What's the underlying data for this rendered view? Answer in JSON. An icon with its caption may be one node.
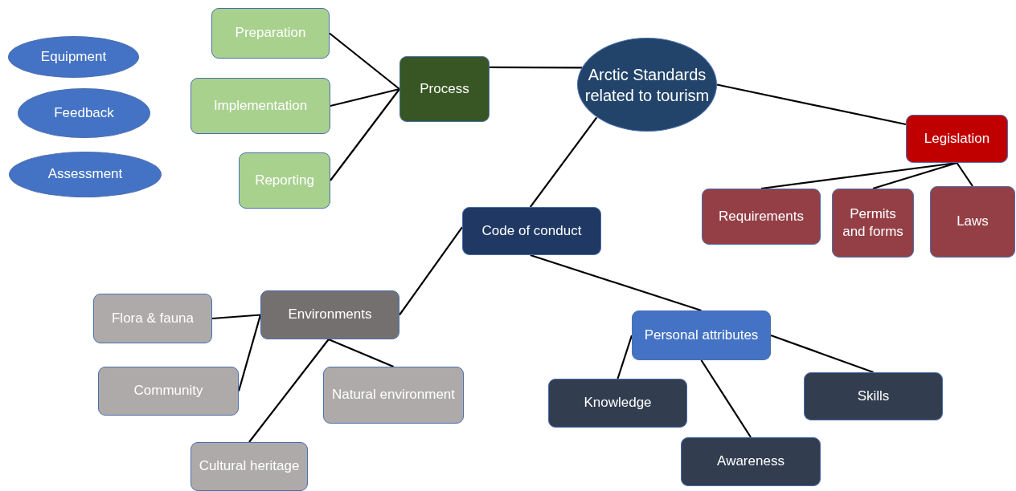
{
  "diagram": {
    "nodes": [
      {
        "text": [
          "Equipment"
        ]
      },
      {
        "text": [
          "Feedback"
        ]
      },
      {
        "text": [
          "Assessment"
        ]
      },
      {
        "text": [
          "Preparation"
        ]
      },
      {
        "text": [
          "Implementation"
        ]
      },
      {
        "text": [
          "Reporting"
        ]
      },
      {
        "text": [
          "Process"
        ]
      },
      {
        "text": [
          "Arctic Standards related to tourism"
        ]
      },
      {
        "text": [
          "Legislation"
        ]
      },
      {
        "text": [
          "Requirements"
        ]
      },
      {
        "text": [
          "Permits and forms"
        ]
      },
      {
        "text": [
          "Laws"
        ]
      },
      {
        "text": [
          "Code of conduct"
        ]
      },
      {
        "text": [
          "Flora & fauna"
        ]
      },
      {
        "text": [
          "Environments"
        ]
      },
      {
        "text": [
          "Community"
        ]
      },
      {
        "text": [
          "Natural environment"
        ]
      },
      {
        "text": [
          "Cultural heritage"
        ]
      },
      {
        "text": [
          "Personal attributes"
        ]
      },
      {
        "text": [
          "Knowledge"
        ]
      },
      {
        "text": [
          "Skills"
        ]
      },
      {
        "text": [
          "Awareness"
        ]
      }
    ],
    "edges": [
      {
        "from": 3,
        "to": 6,
        "arrow": "none"
      },
      {
        "from": 4,
        "to": 6,
        "arrow": "none"
      },
      {
        "from": 5,
        "to": 6,
        "arrow": "none"
      },
      {
        "from": 6,
        "to": 7,
        "arrow": "none"
      },
      {
        "from": 7,
        "to": 8,
        "arrow": "none"
      },
      {
        "from": 8,
        "to": 9,
        "arrow": "none"
      },
      {
        "from": 8,
        "to": 10,
        "arrow": "none"
      },
      {
        "from": 8,
        "to": 11,
        "arrow": "none"
      },
      {
        "from": 7,
        "to": 12,
        "arrow": "none"
      },
      {
        "from": 12,
        "to": 14,
        "arrow": "none"
      },
      {
        "from": 12,
        "to": 18,
        "arrow": "none"
      },
      {
        "from": 14,
        "to": 13,
        "arrow": "none"
      },
      {
        "from": 14,
        "to": 15,
        "arrow": "none"
      },
      {
        "from": 14,
        "to": 16,
        "arrow": "none"
      },
      {
        "from": 14,
        "to": 17,
        "arrow": "none"
      },
      {
        "from": 18,
        "to": 19,
        "arrow": "none"
      },
      {
        "from": 18,
        "to": 21,
        "arrow": "none"
      },
      {
        "from": 18,
        "to": 20,
        "arrow": "none"
      }
    ]
  }
}
